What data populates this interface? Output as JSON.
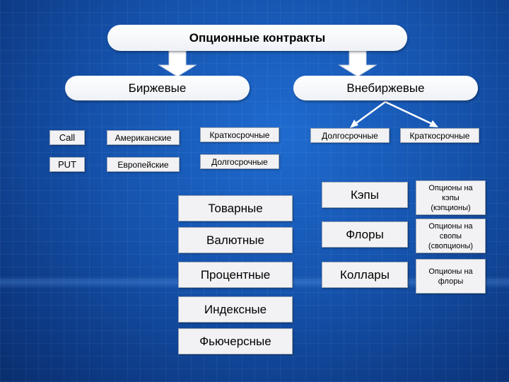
{
  "root": {
    "label": "Опционные контракты"
  },
  "exchange": {
    "label": "Биржевые",
    "types": [
      "Call",
      "PUT"
    ],
    "styles": [
      "Американские",
      "Европейские"
    ],
    "terms": [
      "Краткосрочные",
      "Долгосрочные"
    ],
    "underlying": [
      "Товарные",
      "Валютные",
      "Процентные",
      "Индексные",
      "Фьючерсные"
    ]
  },
  "otc": {
    "label": "Внебиржевые",
    "terms": [
      "Долгосрочные",
      "Краткосрочные"
    ],
    "instruments": [
      "Кэпы",
      "Флоры",
      "Коллары"
    ],
    "descriptions": [
      [
        "Опционы на",
        "кэпы",
        "(кэпционы)"
      ],
      [
        "Опционы на",
        "свопы",
        "(свопционы)"
      ],
      [
        "Опционы на",
        "флоры"
      ]
    ]
  }
}
